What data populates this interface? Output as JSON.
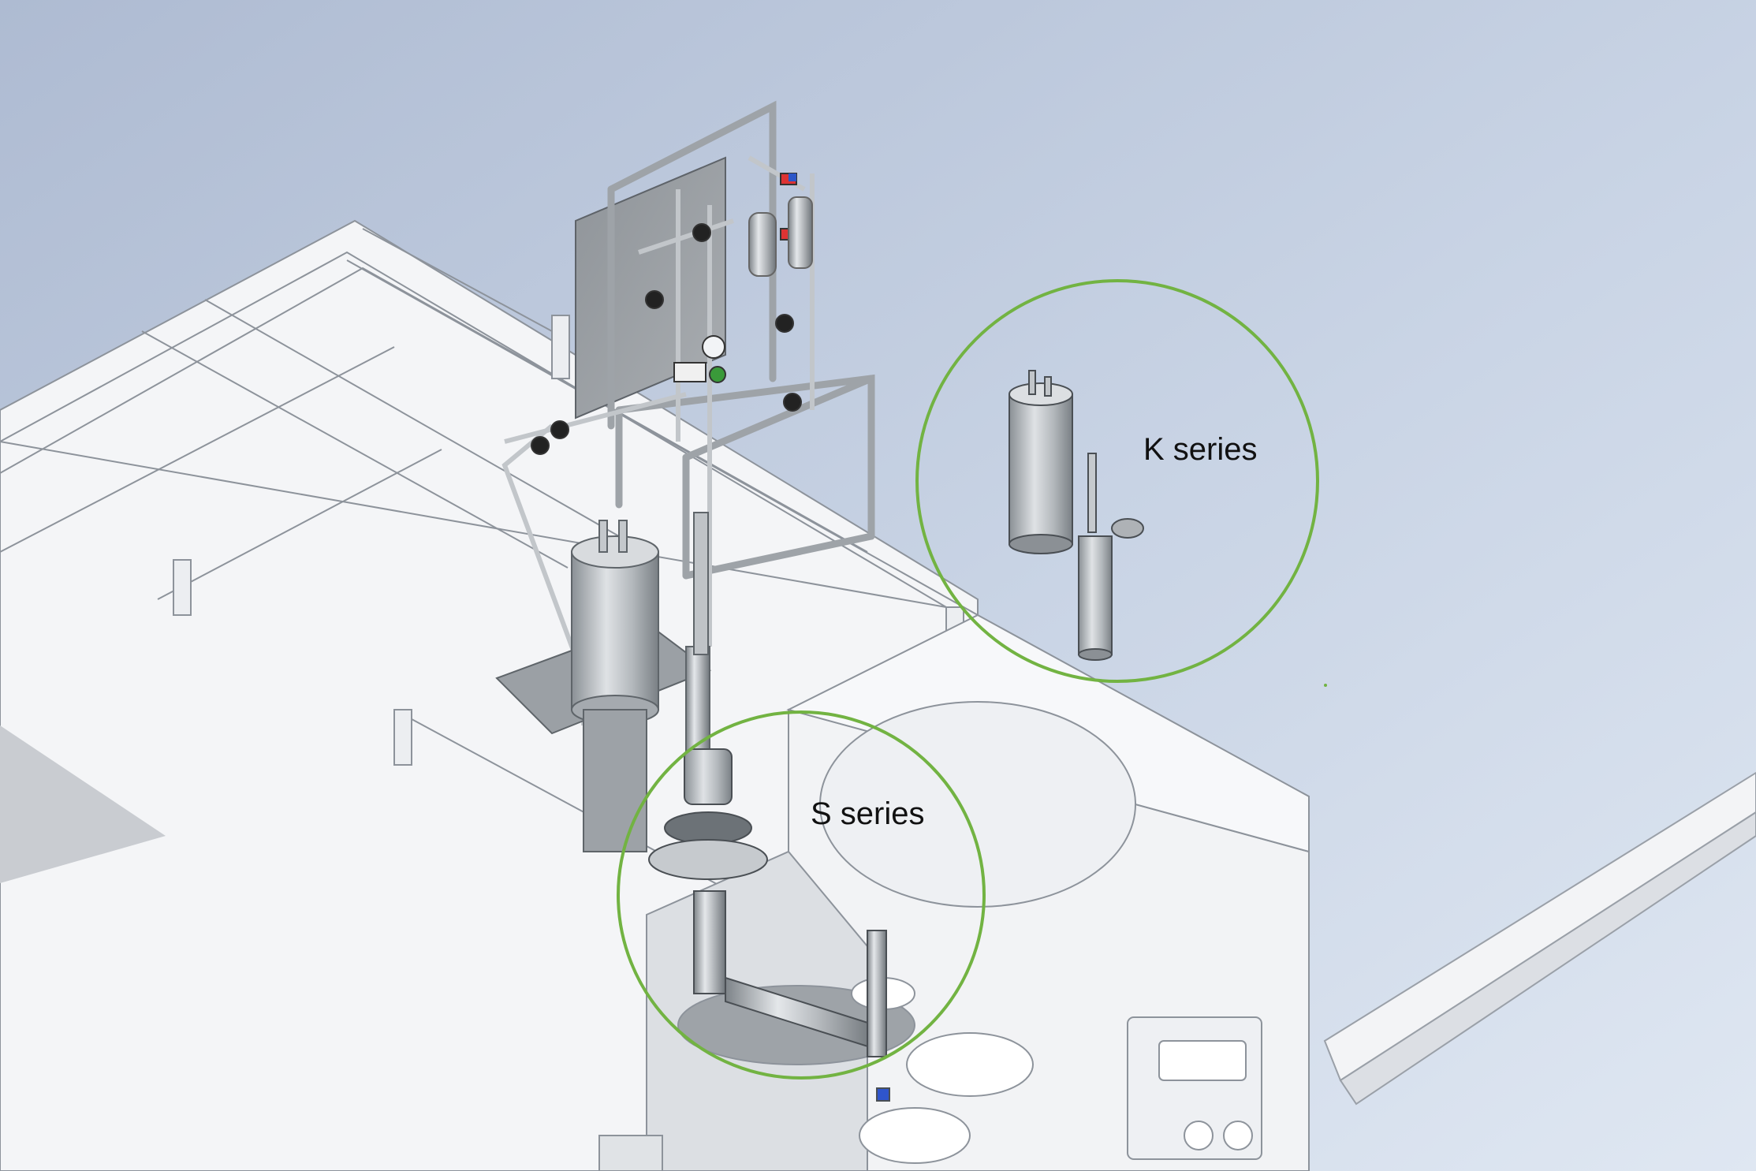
{
  "callouts": [
    {
      "id": "k",
      "label": "K series"
    },
    {
      "id": "s",
      "label": "S series"
    }
  ],
  "colors": {
    "callout_ring": "#72b342",
    "background_top": "#b6c3d8",
    "background_bottom": "#dde6f2",
    "machine_white": "#f5f6f8",
    "steel": "#b8bcc0"
  }
}
